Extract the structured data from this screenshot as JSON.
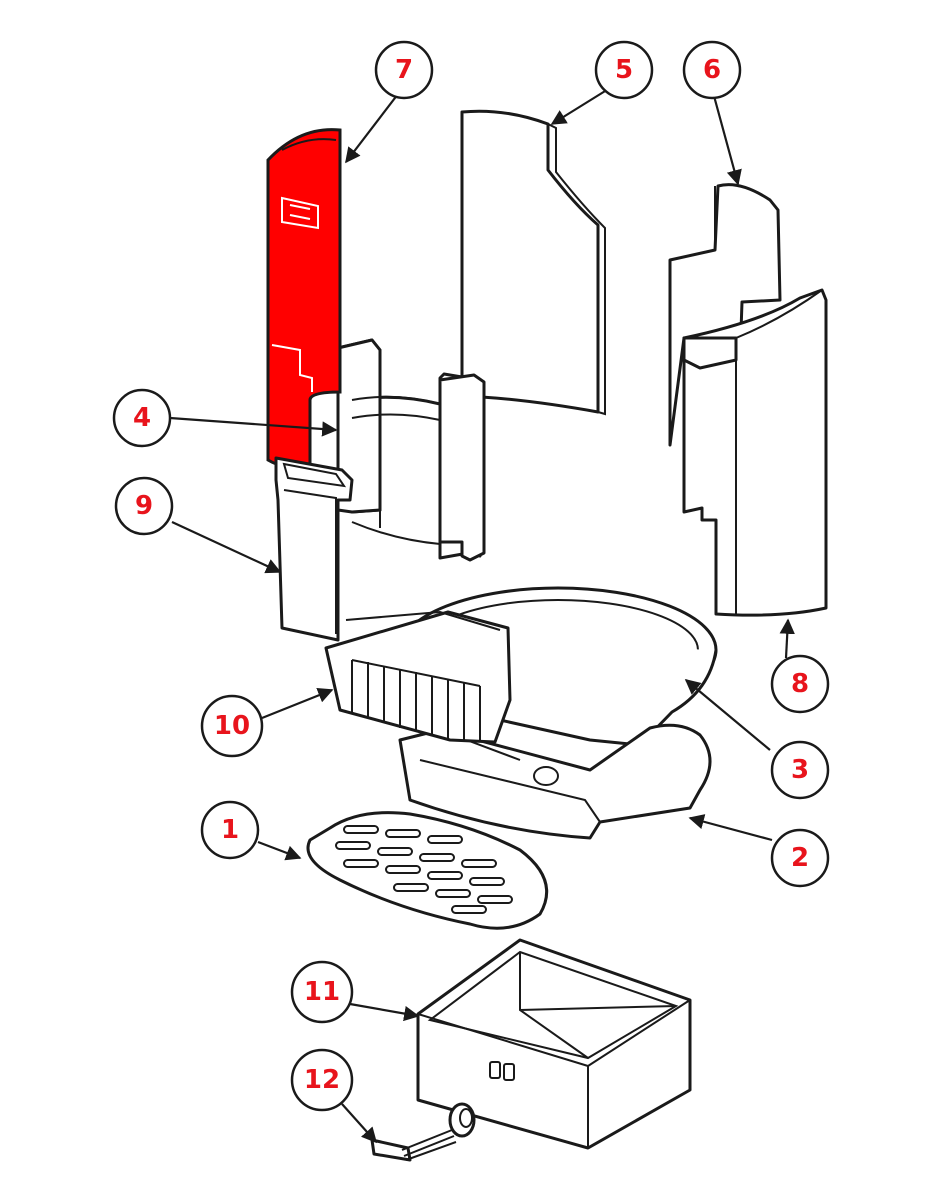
{
  "diagram": {
    "highlight_color": "#ff0000",
    "label_color": "#e8141c",
    "line_color": "#1a1a1a",
    "callouts": [
      {
        "id": "c1",
        "label": "1"
      },
      {
        "id": "c2",
        "label": "2"
      },
      {
        "id": "c3",
        "label": "3"
      },
      {
        "id": "c4",
        "label": "4"
      },
      {
        "id": "c5",
        "label": "5"
      },
      {
        "id": "c6",
        "label": "6"
      },
      {
        "id": "c7",
        "label": "7"
      },
      {
        "id": "c8",
        "label": "8"
      },
      {
        "id": "c9",
        "label": "9"
      },
      {
        "id": "c10",
        "label": "10"
      },
      {
        "id": "c11",
        "label": "11"
      },
      {
        "id": "c12",
        "label": "12"
      }
    ],
    "highlighted_part": "7"
  }
}
